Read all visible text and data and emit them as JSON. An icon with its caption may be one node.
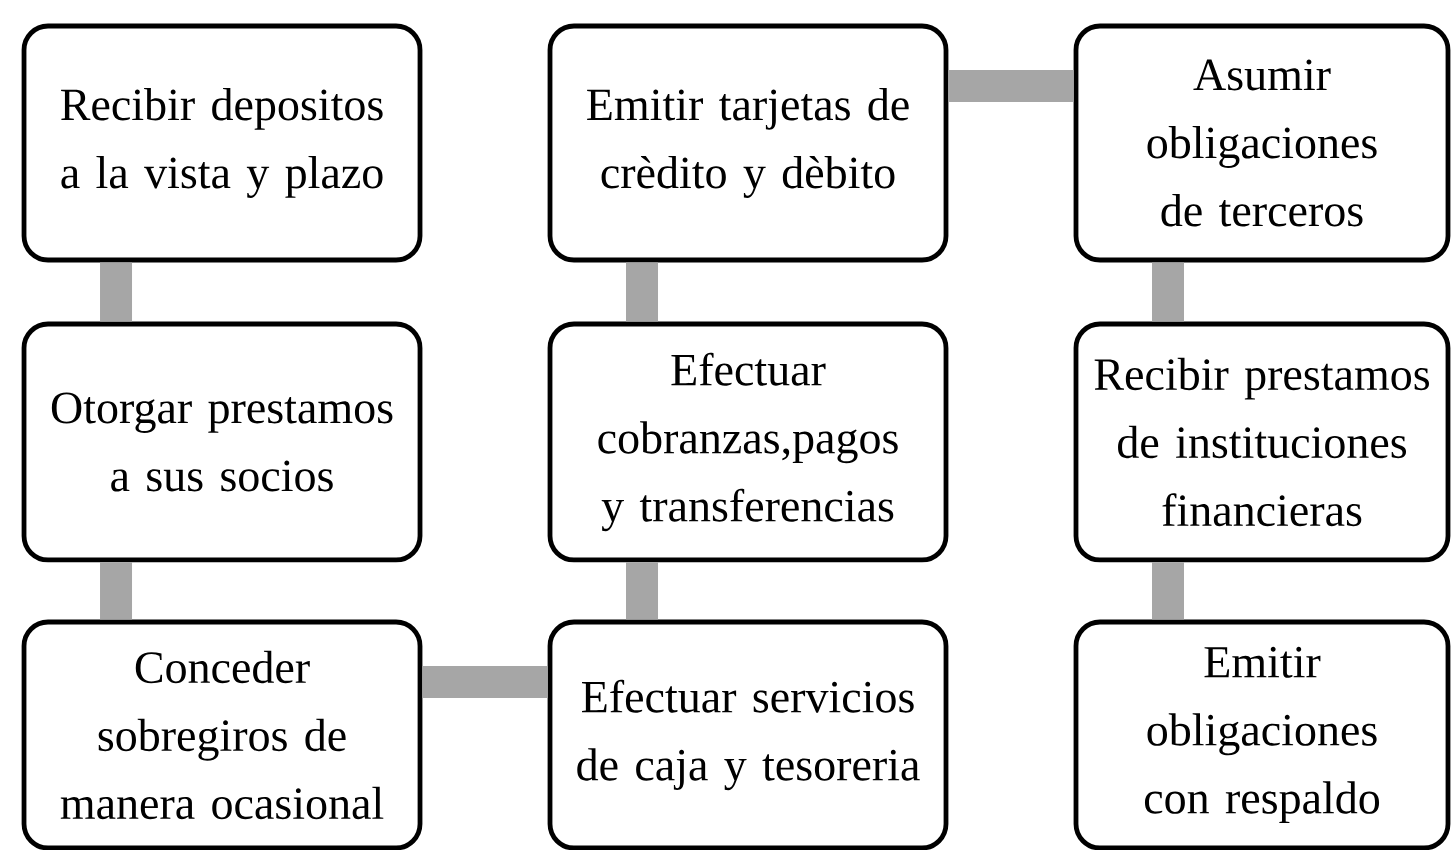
{
  "diagram": {
    "nodes": [
      {
        "text": [
          "Recibir depositos a la vista y plazo"
        ]
      },
      {
        "text": [
          "Otorgar prestamos a sus socios"
        ]
      },
      {
        "text": [
          "Conceder sobregiros de manera ocasional"
        ]
      },
      {
        "text": [
          "Efectuar servicios de caja y tesoreria"
        ]
      },
      {
        "text": [
          "Efectuar cobranzas,pagos y transferencias"
        ]
      },
      {
        "text": [
          "Emitir tarjetas de crèdito y dèbito"
        ]
      },
      {
        "text": [
          "Asumir obligaciones de terceros"
        ]
      },
      {
        "text": [
          "Recibir prestamos de instituciones financieras"
        ]
      },
      {
        "text": [
          "Emitir obligaciones con respaldo"
        ]
      }
    ],
    "edges": [
      {
        "from": 0,
        "to": 1,
        "arrow": "none"
      },
      {
        "from": 1,
        "to": 2,
        "arrow": "none"
      },
      {
        "from": 2,
        "to": 3,
        "arrow": "none"
      },
      {
        "from": 3,
        "to": 4,
        "arrow": "none"
      },
      {
        "from": 4,
        "to": 5,
        "arrow": "none"
      },
      {
        "from": 5,
        "to": 6,
        "arrow": "none"
      },
      {
        "from": 6,
        "to": 7,
        "arrow": "none"
      },
      {
        "from": 7,
        "to": 8,
        "arrow": "none"
      }
    ]
  }
}
